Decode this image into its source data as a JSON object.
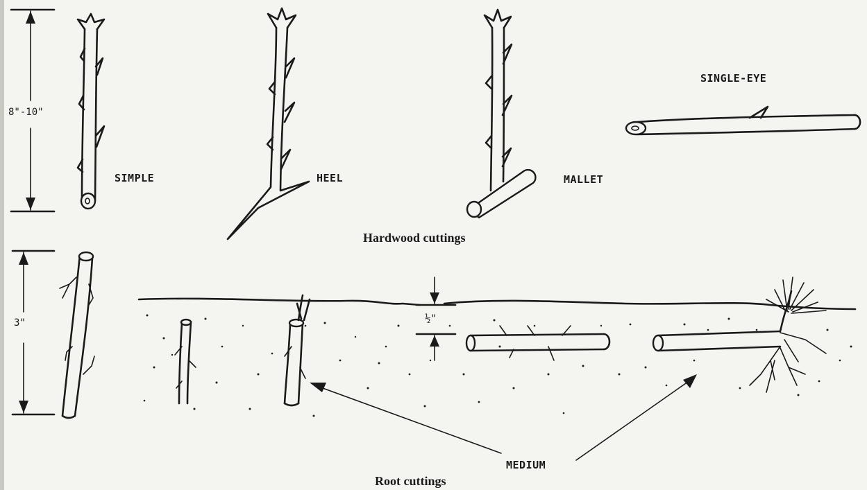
{
  "hardwood": {
    "caption": "Hardwood cuttings",
    "length_label": "8\"-10\"",
    "types": {
      "simple": "SIMPLE",
      "heel": "HEEL",
      "mallet": "MALLET",
      "single_eye": "SINGLE-EYE"
    }
  },
  "root": {
    "caption": "Root cuttings",
    "length_label": "3\"",
    "depth_label": "½\"",
    "medium_label": "MEDIUM"
  }
}
